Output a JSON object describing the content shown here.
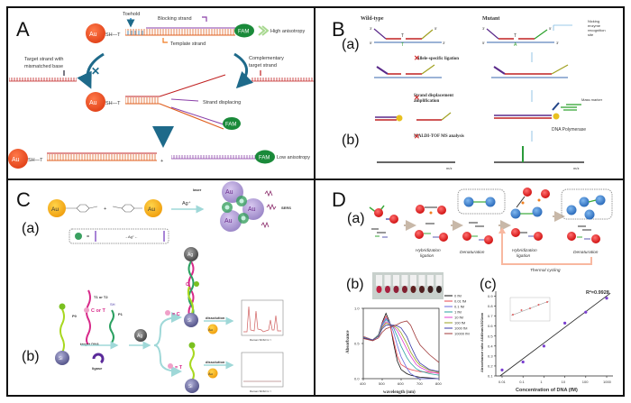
{
  "figure": {
    "panels": {
      "A": {
        "letter": "A",
        "toehold": "Toehold",
        "blocking_strand": "Blocking strand",
        "template_strand": "Template strand",
        "high_anisotropy": "High anisotropy",
        "low_anisotropy": "Low anisotropy",
        "mismatch_label_1": "Target strand with",
        "mismatch_label_2": "mismatched base",
        "complementary_1": "Complementary",
        "complementary_2": "target strand",
        "strand_displacing": "Strand displacing",
        "au": "Au",
        "sh_tn": "SH—T",
        "n": "n",
        "fam": "FAM",
        "plus": "+",
        "blocked": "✕"
      },
      "B": {
        "letter": "B",
        "sub_a": "(a)",
        "sub_b": "(b)",
        "wild_type": "Wild-type",
        "mutant": "Mutant",
        "nicking_1": "Nicking",
        "nicking_2": "enzyme",
        "nicking_3": "recognition",
        "nicking_4": "site",
        "step1": "Allele-specific  ligation",
        "step2a": "Strand displacement",
        "step2b": "amplification",
        "step3": "MALDI-TOF  MS analysis",
        "mass_marker": "Mass marker",
        "polymerase": "DNA Polymerase",
        "mz": "m/z",
        "three_prime": "3'",
        "five_prime": "5'",
        "base_T": "T",
        "base_A": "A",
        "blocked": "✕"
      },
      "C": {
        "letter": "C",
        "sub_a": "(a)",
        "sub_b": "(b)",
        "au": "Au",
        "ag_plus": "Ag⁺",
        "laser": "laser",
        "sers": "SERS",
        "equals": "=",
        "complex": "→Ag⁺←",
        "t1t2": "T1 or T2",
        "c_or_t": "C or T",
        "sh": "SH",
        "p1": "P1",
        "p0": "P0",
        "target_dna": "target DNA",
        "ligase": "ligase",
        "ag": "Ag",
        "si": "Si",
        "eq_c": "= C",
        "eq_t": "= T",
        "dissolution": "dissolution",
        "sers_signal": "SERS Signal",
        "raman_shift": "Raman Shift/cm⁻¹",
        "base_c": "C",
        "base_g": "G"
      },
      "D": {
        "letter": "D",
        "sub_a": "(a)",
        "sub_b": "(b)",
        "sub_c": "(c)",
        "hyb_1": "Hybridization",
        "hyb_2": "ligation",
        "denat": "Denaturation",
        "thermal": "Thermal cycling"
      }
    }
  },
  "chart_data": [
    {
      "type": "line",
      "panel": "D(b)",
      "title": "",
      "xlabel": "wavelength (nm)",
      "ylabel": "Absorbance",
      "xlim": [
        400,
        800
      ],
      "ylim": [
        0.0,
        1.0
      ],
      "xticks": [
        "400",
        "500",
        "600",
        "700",
        "800"
      ],
      "yticks": [
        "0.0",
        "0.5",
        "1.0"
      ],
      "legend_position": "top-right",
      "x": [
        400,
        450,
        480,
        500,
        520,
        540,
        560,
        580,
        600,
        630,
        650,
        680,
        700,
        750,
        800
      ],
      "series": [
        {
          "name": "0 fM",
          "color": "#111111",
          "values": [
            0.6,
            0.55,
            0.62,
            0.8,
            0.93,
            0.8,
            0.5,
            0.25,
            0.13,
            0.07,
            0.05,
            0.03,
            0.02,
            0.01,
            0.0
          ]
        },
        {
          "name": "0.01 fM",
          "color": "#e8454e",
          "values": [
            0.6,
            0.55,
            0.62,
            0.79,
            0.89,
            0.78,
            0.55,
            0.32,
            0.2,
            0.15,
            0.13,
            0.11,
            0.1,
            0.09,
            0.08
          ]
        },
        {
          "name": "0.1 fM",
          "color": "#6a6adf",
          "values": [
            0.59,
            0.55,
            0.62,
            0.78,
            0.86,
            0.8,
            0.66,
            0.47,
            0.31,
            0.15,
            0.07,
            0.02,
            0.0,
            0.0,
            0.0
          ]
        },
        {
          "name": "1 fM",
          "color": "#2aa0a0",
          "values": [
            0.59,
            0.55,
            0.62,
            0.76,
            0.84,
            0.79,
            0.72,
            0.6,
            0.46,
            0.3,
            0.22,
            0.14,
            0.11,
            0.07,
            0.05
          ]
        },
        {
          "name": "10 fM",
          "color": "#e040d0",
          "values": [
            0.58,
            0.55,
            0.61,
            0.74,
            0.81,
            0.78,
            0.74,
            0.68,
            0.58,
            0.42,
            0.32,
            0.2,
            0.16,
            0.1,
            0.07
          ]
        },
        {
          "name": "100 fM",
          "color": "#9aa020",
          "values": [
            0.58,
            0.55,
            0.61,
            0.73,
            0.79,
            0.77,
            0.75,
            0.72,
            0.65,
            0.5,
            0.38,
            0.25,
            0.19,
            0.12,
            0.09
          ]
        },
        {
          "name": "1000 fM",
          "color": "#3a3aa8",
          "values": [
            0.58,
            0.55,
            0.6,
            0.71,
            0.76,
            0.76,
            0.76,
            0.75,
            0.72,
            0.6,
            0.47,
            0.3,
            0.22,
            0.13,
            0.1
          ]
        },
        {
          "name": "10000 fM",
          "color": "#a03838",
          "values": [
            0.57,
            0.54,
            0.58,
            0.66,
            0.71,
            0.73,
            0.75,
            0.77,
            0.8,
            0.82,
            0.76,
            0.58,
            0.48,
            0.34,
            0.23
          ]
        }
      ]
    },
    {
      "type": "scatter",
      "panel": "D(c)",
      "xlabel": "Concentration of  DNA (fM)",
      "ylabel": "Absorbance ratio A640nm/A521nm",
      "xscale": "log",
      "xlim": [
        0.005,
        2000
      ],
      "ylim": [
        0.1,
        0.95
      ],
      "xticks": [
        "0.01",
        "0.1",
        "1",
        "10",
        "100",
        "1000"
      ],
      "yticks": [
        "0.1",
        "0.2",
        "0.3",
        "0.4",
        "0.5",
        "0.6",
        "0.7",
        "0.8",
        "0.9"
      ],
      "annotation": "R²=0.9928",
      "x": [
        0.01,
        0.1,
        1,
        10,
        100,
        1000
      ],
      "values": [
        0.16,
        0.24,
        0.4,
        0.63,
        0.74,
        0.88
      ],
      "fit_line": {
        "x": [
          0.008,
          1500
        ],
        "y": [
          0.1,
          0.93
        ]
      },
      "point_color": "#7a3fd0",
      "inset": {
        "type": "scatter",
        "x": [
          1,
          2,
          3,
          4,
          5
        ],
        "values": [
          0.2,
          0.45,
          0.55,
          0.75,
          0.9
        ],
        "point_color": "#e06060"
      }
    }
  ]
}
